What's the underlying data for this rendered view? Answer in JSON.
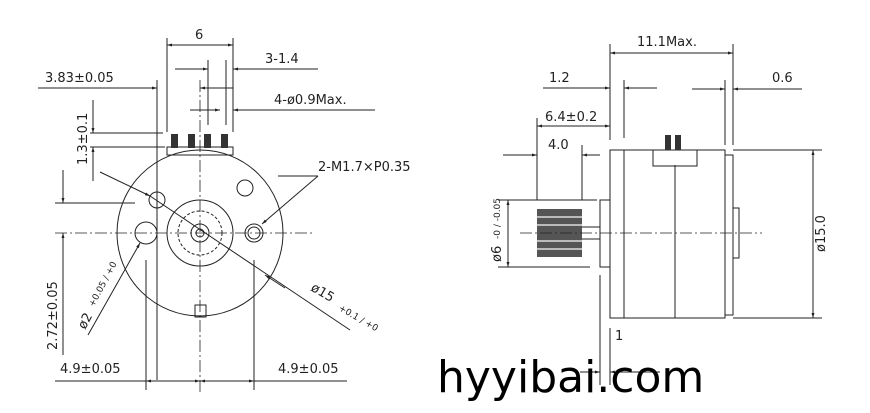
{
  "front_view": {
    "dims": {
      "width_6": "6",
      "pitch": "3-1.4",
      "offset": "3.83±0.05",
      "pins": "4-ø0.9Max.",
      "pin_height": "1.3±0.1",
      "thread": "2-M1.7×P0.35",
      "height": "2.72±0.05",
      "hole_dia_main": "ø2",
      "hole_dia_tol": "+0.05 / +0",
      "body_dia_main": "ø15",
      "body_dia_tol": "+0.1 / +0",
      "left_spacing": "4.9±0.05",
      "right_spacing": "4.9±0.05"
    }
  },
  "side_view": {
    "dims": {
      "length": "11.1Max.",
      "flange": "1.2",
      "endcap": "0.6",
      "shaft": "6.4±0.2",
      "gear": "4.0",
      "gear_dia_main": "ø6",
      "gear_dia_tol": "-0 / -0.05",
      "body_dia": "ø15.0",
      "hub": "1"
    }
  },
  "watermark": "hyyibai.com"
}
